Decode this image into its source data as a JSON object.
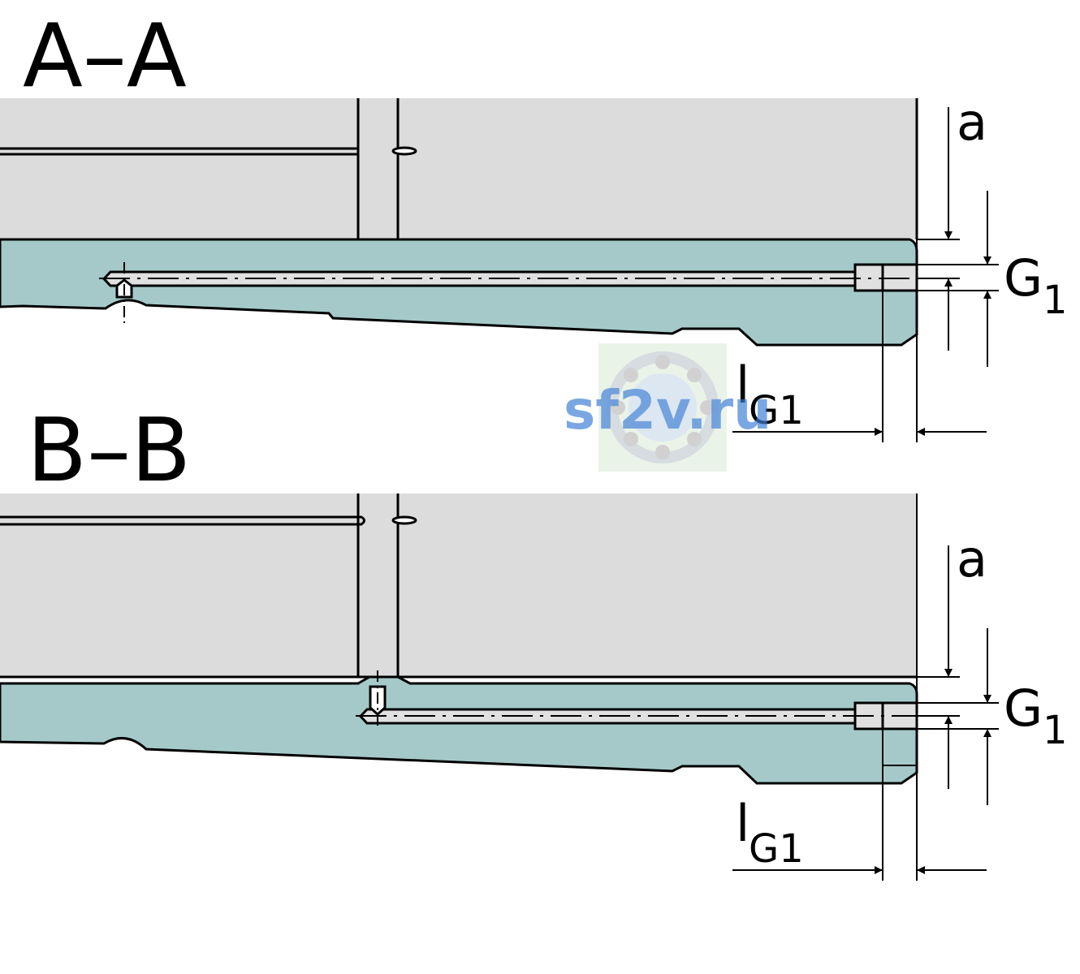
{
  "sections": [
    {
      "title": "A–A",
      "dim_a": "a",
      "dim_g": "G",
      "dim_g_sub": "1",
      "dim_l": "l",
      "dim_l_sub": "G1"
    },
    {
      "title": "B–B",
      "dim_a": "a",
      "dim_g": "G",
      "dim_g_sub": "1",
      "dim_l": "l",
      "dim_l_sub": "G1"
    }
  ],
  "watermark": {
    "text": "sf2v.ru",
    "text_color": "#3d7fd6",
    "bg_color": "#e6f2e4"
  },
  "colors": {
    "housing": "#dcdcdc",
    "rail": "#a5c9c9",
    "bore": "#e0e0e0",
    "line": "#000000"
  }
}
